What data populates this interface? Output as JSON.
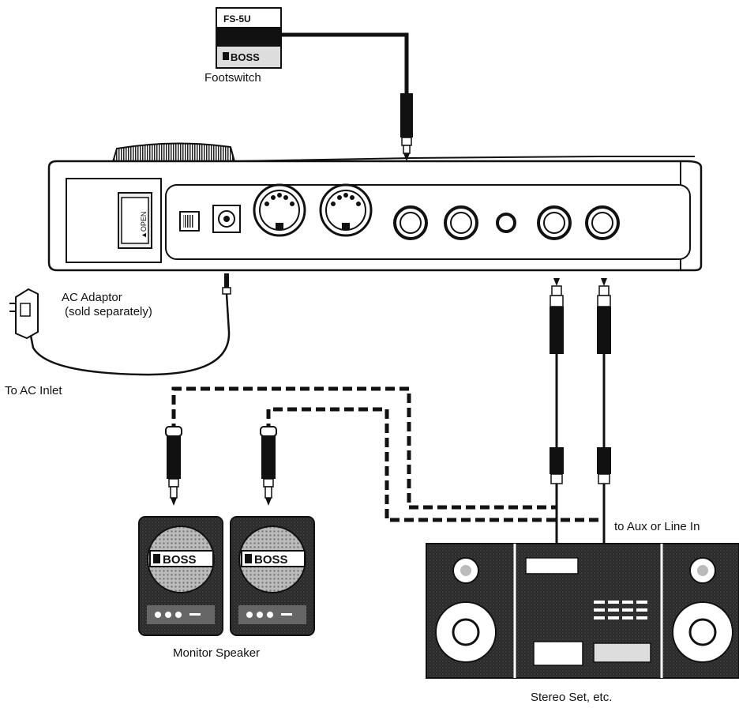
{
  "labels": {
    "footswitch": "Footswitch",
    "ac_adaptor_line1": "AC Adaptor",
    "ac_adaptor_line2": "(sold separately)",
    "ac_inlet": "To AC Inlet",
    "aux_in": "to Aux or Line In",
    "monitor_speaker": "Monitor Speaker",
    "stereo_set": "Stereo Set, etc."
  },
  "device_text": {
    "footswitch_model": "FS-5U",
    "footswitch_brand": "BOSS",
    "speaker_brand": "BOSS",
    "battery_cover": "▲OPEN"
  }
}
